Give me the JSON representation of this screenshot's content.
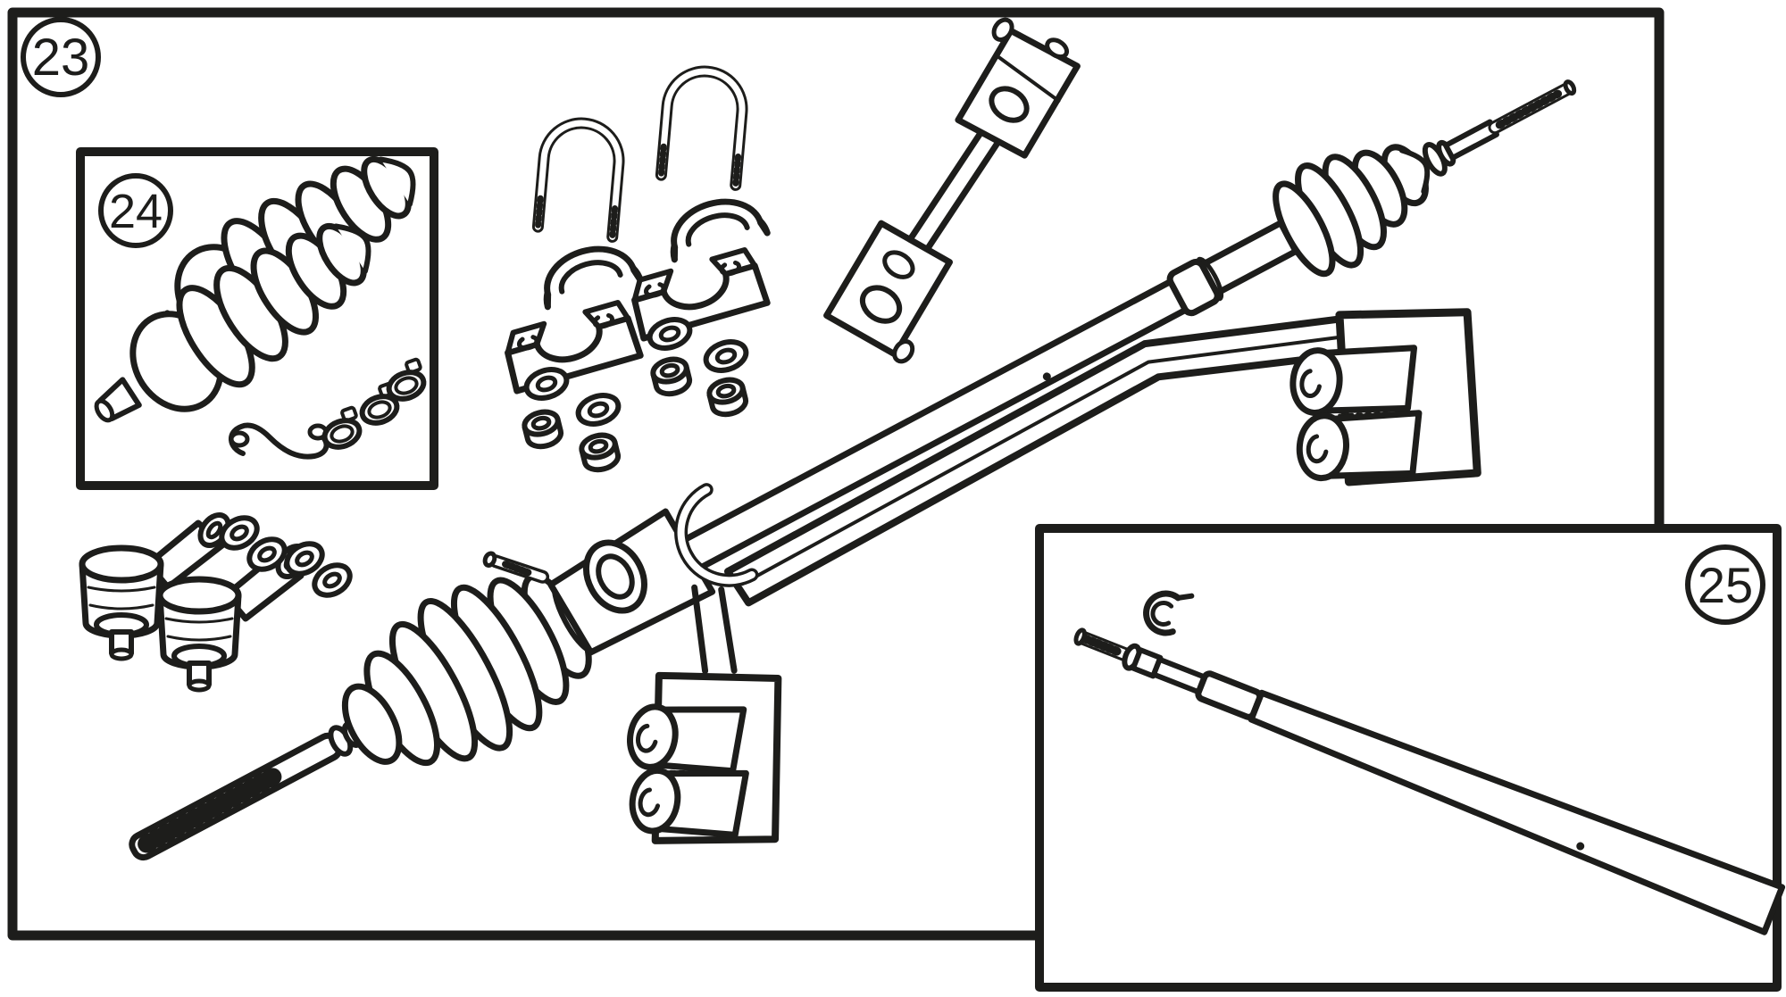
{
  "figure": {
    "type": "exploded-parts-line-drawing",
    "background_color": "#ffffff",
    "line_color": "#1d1d1b",
    "callouts": [
      {
        "label": "23"
      },
      {
        "label": "24"
      },
      {
        "label": "25"
      }
    ]
  }
}
